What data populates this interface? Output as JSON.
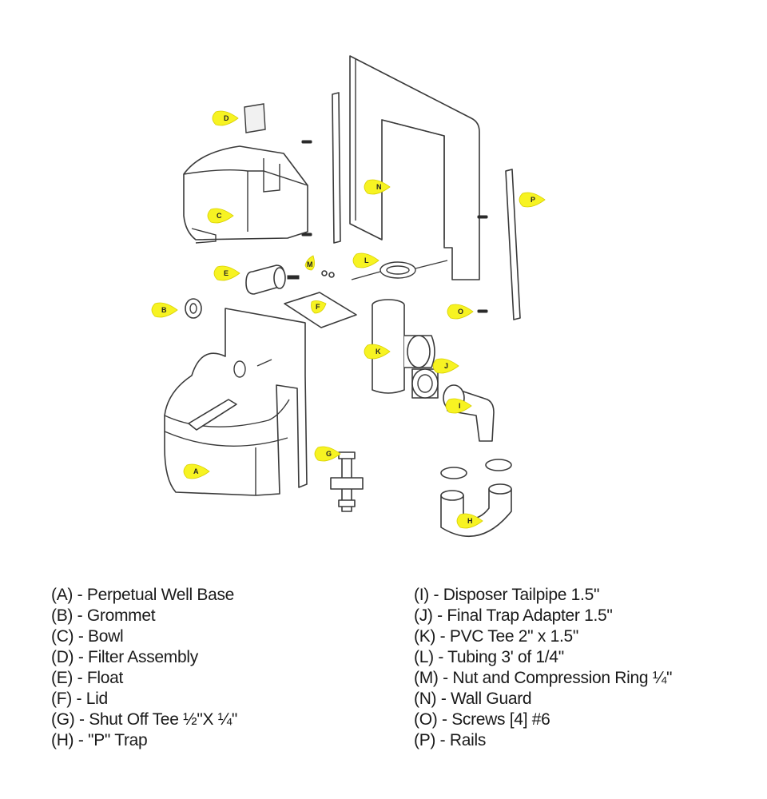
{
  "callouts": {
    "A": "A",
    "B": "B",
    "C": "C",
    "D": "D",
    "E": "E",
    "F": "F",
    "G": "G",
    "H": "H",
    "I": "I",
    "J": "J",
    "K": "K",
    "L": "L",
    "M": "M",
    "N": "N",
    "O": "O",
    "P": "P"
  },
  "legend": {
    "left": [
      {
        "code": "(A)",
        "desc": "- Perpetual Well Base"
      },
      {
        "code": "(B)",
        "desc": "- Grommet"
      },
      {
        "code": "(C)",
        "desc": "- Bowl"
      },
      {
        "code": "(D)",
        "desc": "- Filter Assembly"
      },
      {
        "code": "(E)",
        "desc": "- Float"
      },
      {
        "code": "(F)",
        "desc": "- Lid"
      },
      {
        "code": "(G)",
        "desc": "- Shut Off Tee ½\"X ¼\""
      },
      {
        "code": "(H)",
        "desc": "- \"P\" Trap"
      }
    ],
    "right": [
      {
        "code": "(I)",
        "desc": "- Disposer Tailpipe 1.5\""
      },
      {
        "code": "(J)",
        "desc": "- Final Trap Adapter 1.5\""
      },
      {
        "code": "(K)",
        "desc": "- PVC Tee 2\" x 1.5\""
      },
      {
        "code": "(L)",
        "desc": "- Tubing 3' of 1/4\""
      },
      {
        "code": "(M)",
        "desc": "- Nut and Compression Ring ¼\""
      },
      {
        "code": "(N)",
        "desc": "- Wall Guard"
      },
      {
        "code": "(O)",
        "desc": "- Screws [4] #6"
      },
      {
        "code": "(P)",
        "desc": "- Rails"
      }
    ]
  },
  "colors": {
    "callout_fill": "#f7f322",
    "line": "#3a3a3a"
  }
}
